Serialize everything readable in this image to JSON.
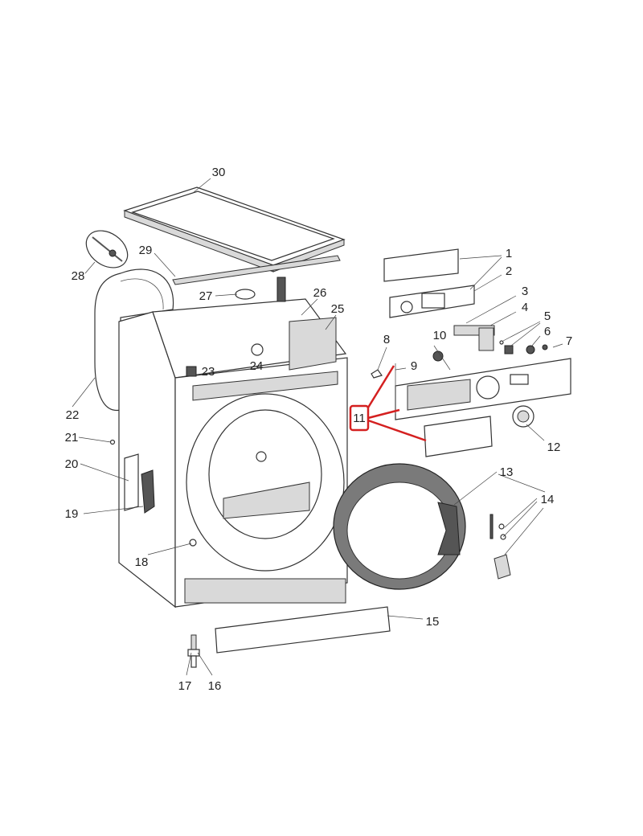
{
  "diagram": {
    "title": "Washing machine exploded parts diagram",
    "highlight_color": "#d42020",
    "highlighted_label": "11",
    "labels": [
      "1",
      "2",
      "3",
      "4",
      "5",
      "6",
      "7",
      "8",
      "9",
      "10",
      "11",
      "12",
      "13",
      "14",
      "15",
      "16",
      "17",
      "18",
      "19",
      "20",
      "21",
      "22",
      "23",
      "24",
      "25",
      "26",
      "27",
      "28",
      "29",
      "30"
    ]
  }
}
